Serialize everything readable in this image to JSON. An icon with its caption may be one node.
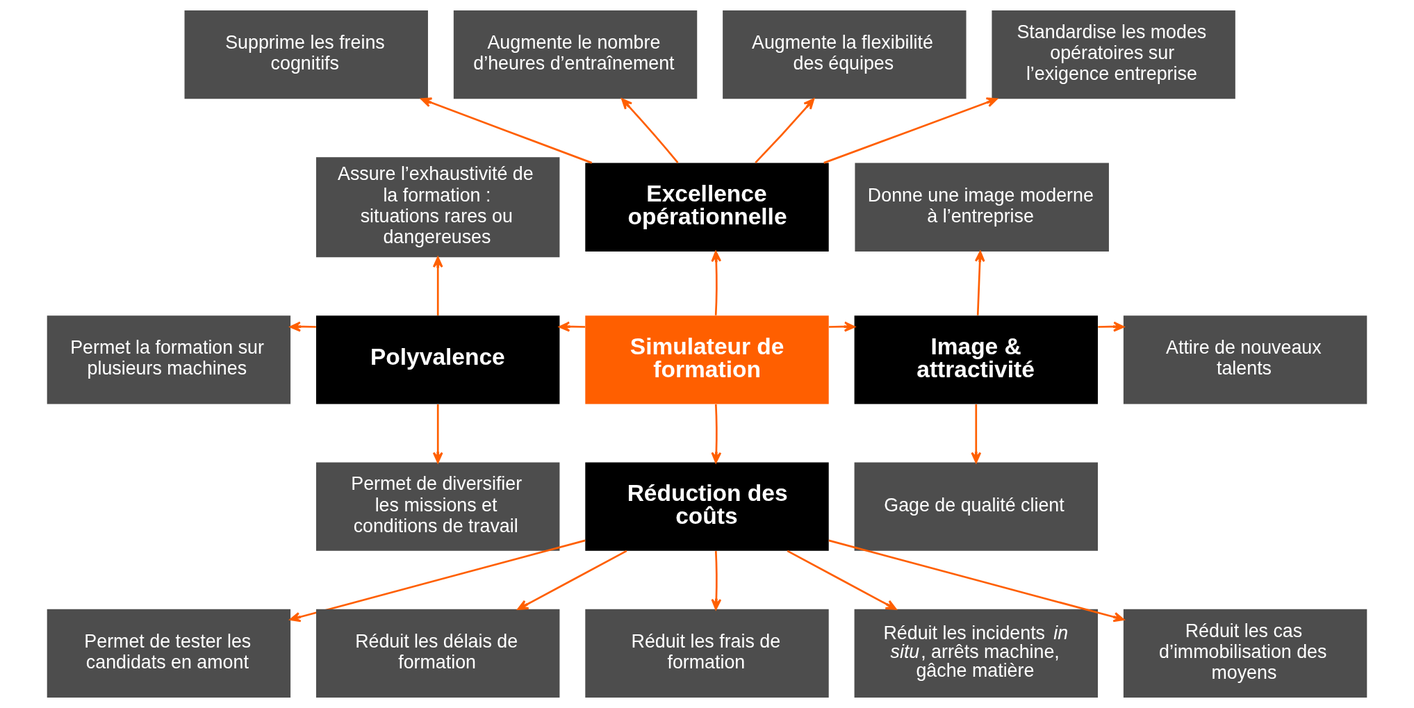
{
  "diagram": {
    "nodes": [
      {
        "text": [
          "Simulateur de formation"
        ]
      },
      {
        "text": [
          "Excellence opérationnelle"
        ]
      },
      {
        "text": [
          "Polyvalence"
        ]
      },
      {
        "text": [
          "Image & attractivité"
        ]
      },
      {
        "text": [
          "Réduction des coûts"
        ]
      },
      {
        "text": [
          "Supprime les freins cognitifs"
        ]
      },
      {
        "text": [
          "Augmente le nombre d’heures d’entraînement"
        ]
      },
      {
        "text": [
          "Augmente la flexibilité des équipes"
        ]
      },
      {
        "text": [
          "Standardise les modes opératoires sur l’exigence entreprise"
        ]
      },
      {
        "text": [
          "Assure l’exhaustivité de la formation : situations rares ou dangereuses"
        ]
      },
      {
        "text": [
          "Permet la formation sur plusieurs machines"
        ]
      },
      {
        "text": [
          "Permet de diversifier les missions et conditions de travail"
        ]
      },
      {
        "text": [
          "Donne une image moderne à l’entreprise"
        ]
      },
      {
        "text": [
          "Attire de nouveaux talents"
        ]
      },
      {
        "text": [
          "Gage de qualité client"
        ]
      },
      {
        "text": [
          "Permet de tester les candidats en amont"
        ]
      },
      {
        "text": [
          "Réduit les délais de formation"
        ]
      },
      {
        "text": [
          "Réduit les frais de formation"
        ]
      },
      {
        "text": [
          "Réduit les incidents *in situ*, arrêts machine, gâche matière"
        ]
      },
      {
        "text": [
          "Réduit les cas d’immobilisation des moyens"
        ]
      }
    ],
    "edges": [
      {
        "from": 0,
        "to": 1,
        "arrow": "to"
      },
      {
        "from": 0,
        "to": 2,
        "arrow": "to"
      },
      {
        "from": 0,
        "to": 3,
        "arrow": "to"
      },
      {
        "from": 0,
        "to": 4,
        "arrow": "to"
      },
      {
        "from": 1,
        "to": 5,
        "arrow": "to"
      },
      {
        "from": 1,
        "to": 6,
        "arrow": "to"
      },
      {
        "from": 1,
        "to": 7,
        "arrow": "to"
      },
      {
        "from": 1,
        "to": 8,
        "arrow": "to"
      },
      {
        "from": 2,
        "to": 9,
        "arrow": "to"
      },
      {
        "from": 2,
        "to": 10,
        "arrow": "to"
      },
      {
        "from": 2,
        "to": 11,
        "arrow": "to"
      },
      {
        "from": 3,
        "to": 12,
        "arrow": "to"
      },
      {
        "from": 3,
        "to": 13,
        "arrow": "to"
      },
      {
        "from": 3,
        "to": 14,
        "arrow": "to"
      },
      {
        "from": 4,
        "to": 15,
        "arrow": "to"
      },
      {
        "from": 4,
        "to": 16,
        "arrow": "to"
      },
      {
        "from": 4,
        "to": 17,
        "arrow": "to"
      },
      {
        "from": 4,
        "to": 18,
        "arrow": "to"
      },
      {
        "from": 4,
        "to": 19,
        "arrow": "to"
      }
    ]
  }
}
